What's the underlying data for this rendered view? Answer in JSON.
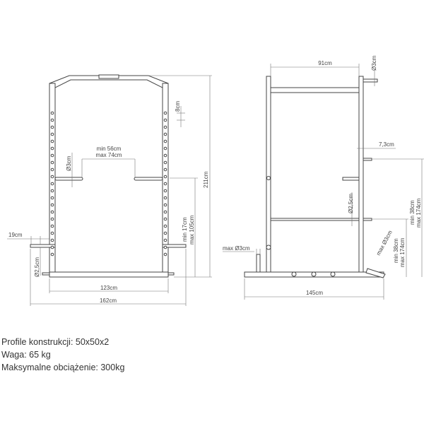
{
  "front_view": {
    "dim_8": "8cm",
    "dim_width_min": "min 56cm",
    "dim_width_max": "max 74cm",
    "dim_diam_hook": "Ø3cm",
    "dim_height_total": "211cm",
    "dim_hook_min": "min 17cm",
    "dim_hook_max": "max 105cm",
    "dim_19": "19cm",
    "dim_diam_pin": "Ø2,5cm",
    "dim_inner_width": "123cm",
    "dim_total_width": "162cm"
  },
  "side_view": {
    "dim_91": "91cm",
    "dim_diam_top": "Ø3cm",
    "dim_73": "7,3cm",
    "dim_diam_bar": "Ø2,5cm",
    "dim_outer_min": "min 38cm",
    "dim_outer_max": "max 174cm",
    "dim_inner_min": "min 38cm",
    "dim_inner_max": "max 174cm",
    "dim_max_diam_left": "max Ø3cm",
    "dim_max_diam_right": "max Ø3cm",
    "dim_depth": "145cm"
  },
  "specs": {
    "profile": "Profile konstrukcji: 50x50x2",
    "weight": "Waga: 65 kg",
    "max_load": "Maksymalne obciążenie: 300kg"
  }
}
